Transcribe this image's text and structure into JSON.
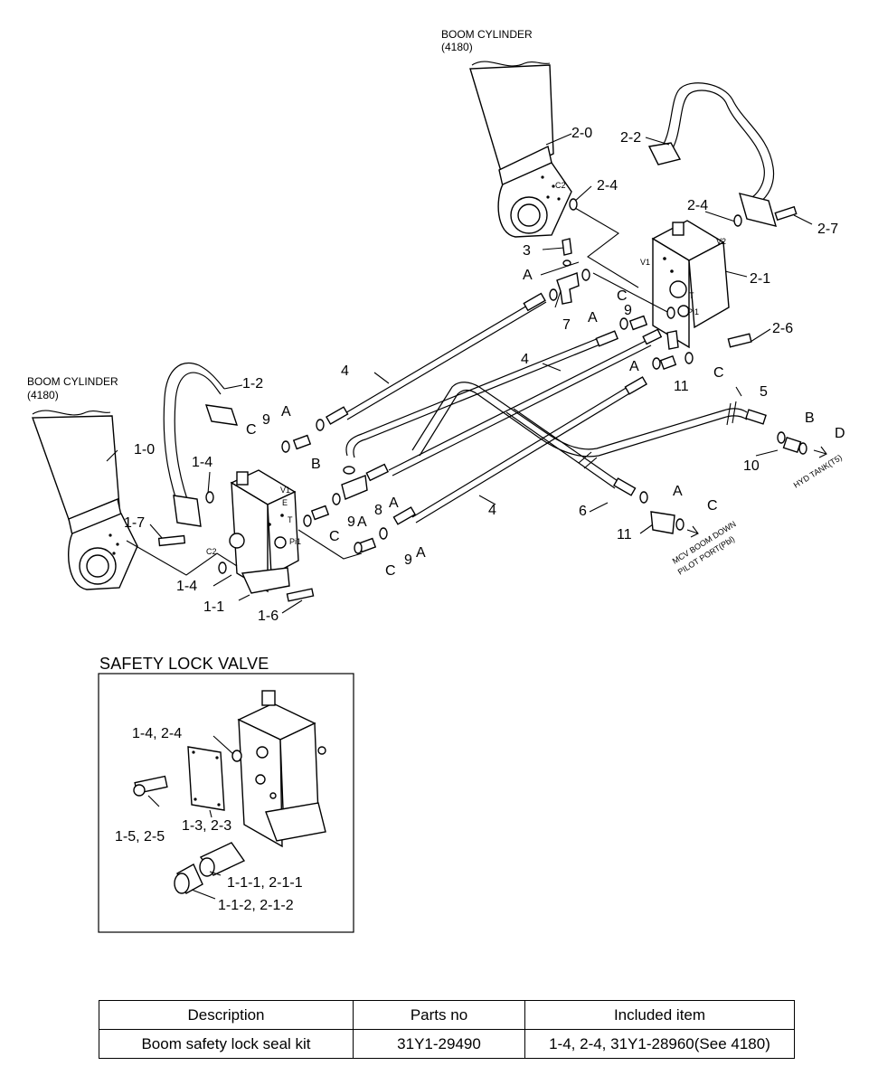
{
  "cylinders": {
    "top": {
      "title": "BOOM CYLINDER",
      "ref": "(4180)"
    },
    "left": {
      "title": "BOOM CYLINDER",
      "ref": "(4180)"
    }
  },
  "port_marks": {
    "c2": "C2",
    "v1": "V1",
    "v2": "V2",
    "t": "T",
    "pi1": "Pi1",
    "e": "E"
  },
  "callouts": {
    "p2_0": "2-0",
    "p2_2": "2-2",
    "p2_4": "2-4",
    "p2_4b": "2-4",
    "p2_7": "2-7",
    "p2_1": "2-1",
    "p2_6": "2-6",
    "p3": "3",
    "p7": "7",
    "p9a": "9",
    "p9b": "9",
    "p9c": "9",
    "p9d": "9",
    "p4a": "4",
    "p4b": "4",
    "p4c": "4",
    "p5": "5",
    "p6": "6",
    "p8": "8",
    "p10": "10",
    "p11a": "11",
    "p11b": "11",
    "p1_0": "1-0",
    "p1_2": "1-2",
    "p1_4": "1-4",
    "p1_4b": "1-4",
    "p1_7": "1-7",
    "p1_1": "1-1",
    "p1_6": "1-6"
  },
  "connections": {
    "a1": "A",
    "a2": "A",
    "a3": "A",
    "a4": "A",
    "a5": "A",
    "a6": "A",
    "a7": "A",
    "a8": "A",
    "b1": "B",
    "b2": "B",
    "c1": "C",
    "c2": "C",
    "c3": "C",
    "c4": "C",
    "c5": "C",
    "c6": "C",
    "d1": "D"
  },
  "notes": {
    "hyd_tank": "HYD TANK(T5)",
    "mcv_line1": "MCV BOOM DOWN",
    "mcv_line2": "PILOT PORT(Pbl)"
  },
  "inset": {
    "title": "SAFETY LOCK VALVE",
    "labels": {
      "seal": "1-4, 2-4",
      "bolt": "1-5, 2-5",
      "plate": "1-3, 2-3",
      "cartridge": "1-1-1, 2-1-1",
      "cap": "1-1-2, 2-1-2"
    }
  },
  "table": {
    "headers": [
      "Description",
      "Parts no",
      "Included item"
    ],
    "rows": [
      [
        "Boom safety lock seal kit",
        "31Y1-29490",
        "1-4, 2-4, 31Y1-28960(See 4180)"
      ]
    ]
  }
}
